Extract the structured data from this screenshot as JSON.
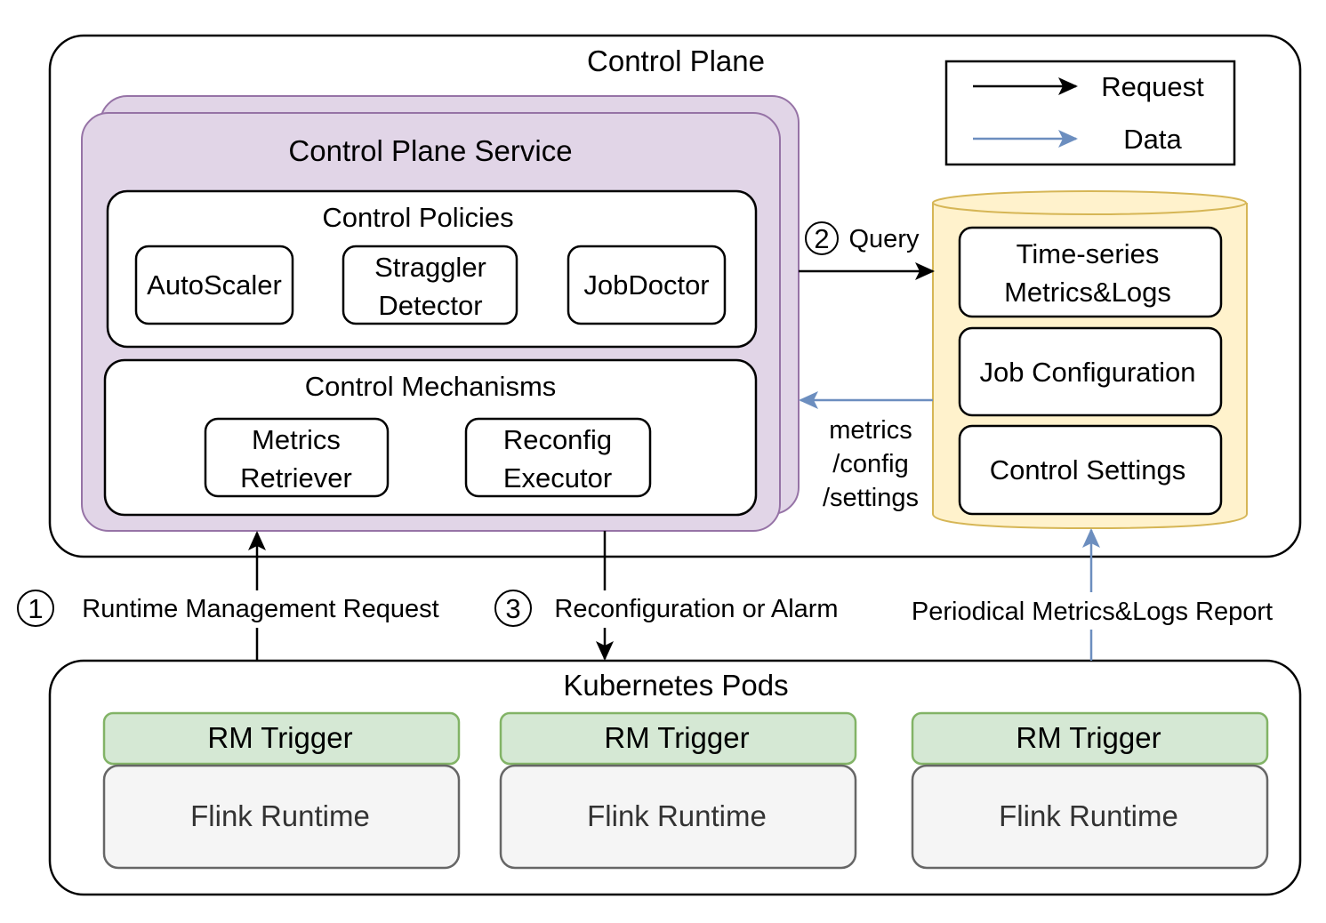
{
  "control_plane": {
    "title": "Control Plane",
    "service": {
      "title": "Control Plane Service",
      "policies": {
        "title": "Control Policies",
        "items": [
          "AutoScaler",
          "Straggler\nDetector",
          "JobDoctor"
        ]
      },
      "mechanisms": {
        "title": "Control Mechanisms",
        "items": [
          "Metrics\nRetriever",
          "Reconfig\nExecutor"
        ]
      }
    },
    "storage": {
      "items": [
        "Time-series\nMetrics&Logs",
        "Job Configuration",
        "Control Settings"
      ]
    }
  },
  "legend": {
    "request": "Request",
    "data": "Data"
  },
  "edges": {
    "query": {
      "number": "2",
      "label": "Query"
    },
    "data_return": "metrics\n/config\n/settings",
    "runtime_request": {
      "number": "1",
      "label": "Runtime Management Request"
    },
    "reconfig": {
      "number": "3",
      "label": "Reconfiguration or Alarm"
    },
    "report": "Periodical Metrics&Logs Report"
  },
  "pods": {
    "title": "Kubernetes Pods",
    "items": [
      {
        "trigger": "RM Trigger",
        "runtime": "Flink Runtime"
      },
      {
        "trigger": "RM Trigger",
        "runtime": "Flink Runtime"
      },
      {
        "trigger": "RM Trigger",
        "runtime": "Flink Runtime"
      }
    ]
  },
  "colors": {
    "request_arrow": "#000000",
    "data_arrow": "#6c8ebf",
    "service_fill": "#e1d5e7",
    "service_stroke": "#9673a6",
    "storage_fill": "#fff2cc",
    "storage_stroke": "#d6b656",
    "trigger_fill": "#d5e8d4",
    "trigger_stroke": "#82b366",
    "runtime_fill": "#f5f5f5",
    "runtime_stroke": "#666666"
  }
}
